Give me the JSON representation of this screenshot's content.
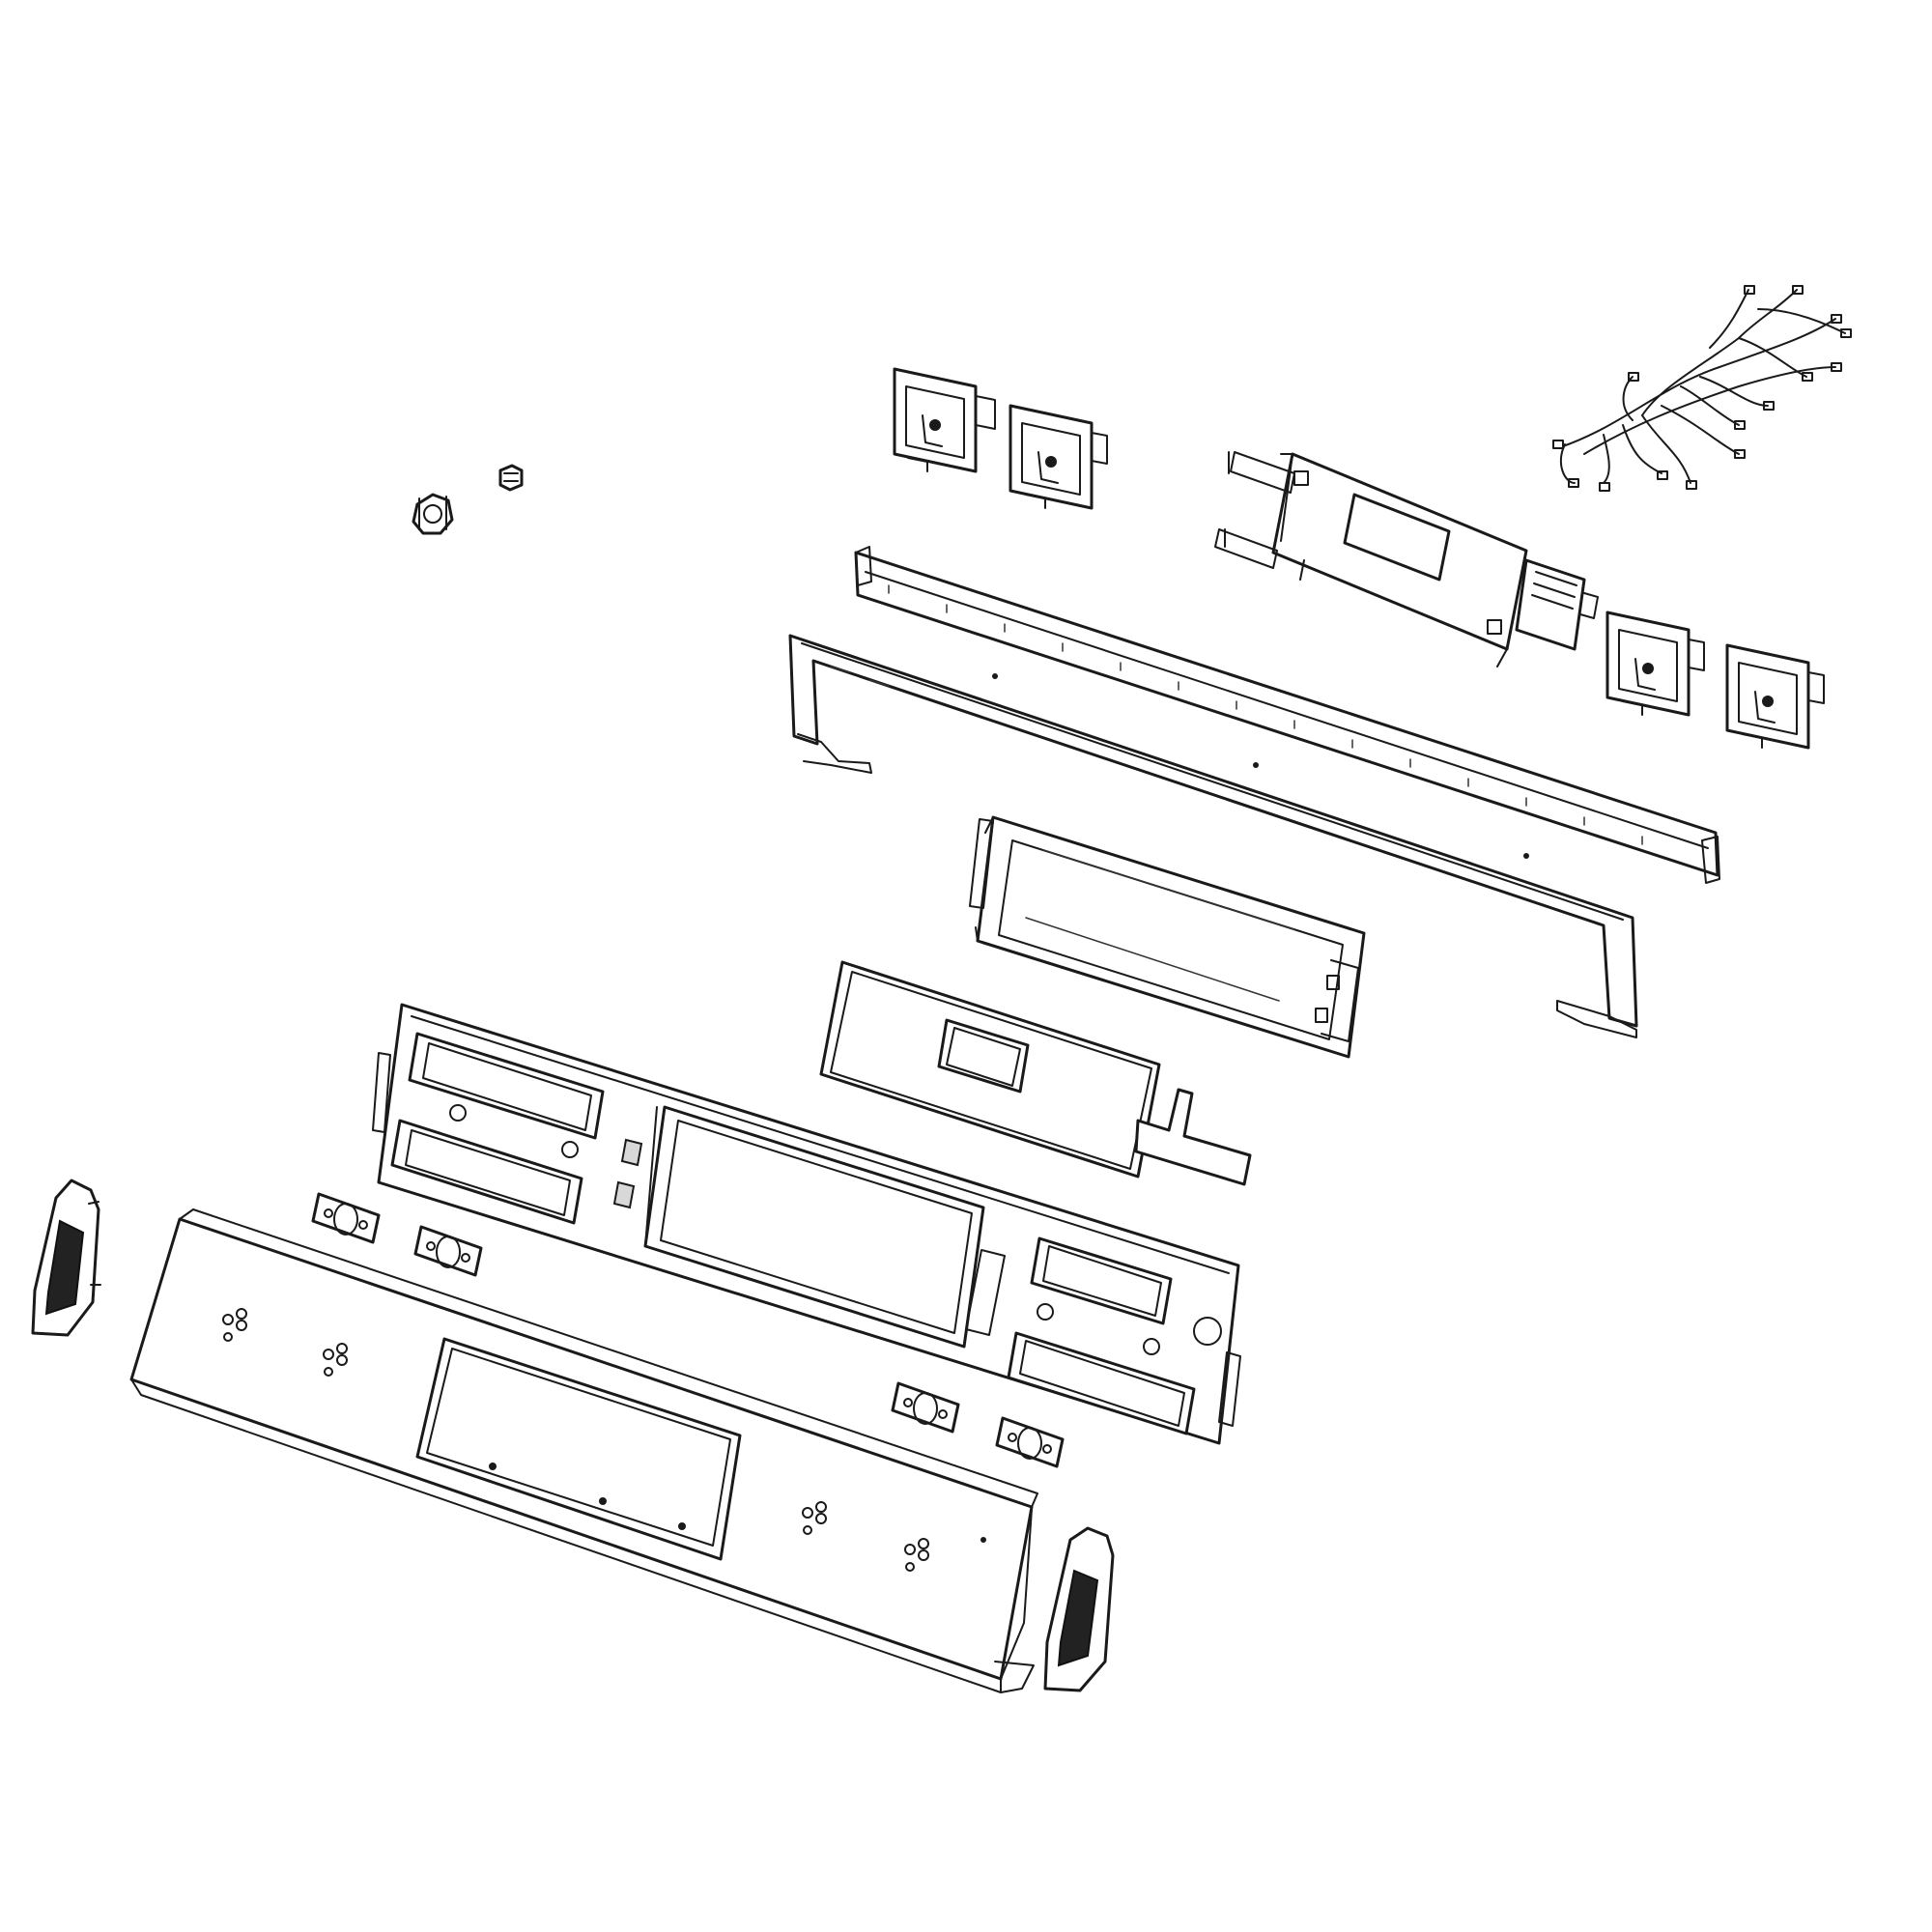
{
  "diagram": {
    "kind": "exploded-parts-view",
    "line_color": "#1a1a1a",
    "background": "#ffffff",
    "parts": [
      {
        "id": "knob-small-upper",
        "icon": "knob-icon"
      },
      {
        "id": "knob-small-lower",
        "icon": "knob-icon"
      },
      {
        "id": "switch-module-1",
        "icon": "switch-icon"
      },
      {
        "id": "switch-module-2",
        "icon": "switch-icon"
      },
      {
        "id": "switch-module-3",
        "icon": "switch-icon"
      },
      {
        "id": "switch-module-4",
        "icon": "switch-icon"
      },
      {
        "id": "wire-harness",
        "icon": "wire-harness-icon"
      },
      {
        "id": "control-board",
        "icon": "circuit-board-icon"
      },
      {
        "id": "trim-rail-upper",
        "icon": "rail-icon"
      },
      {
        "id": "backguard-frame",
        "icon": "frame-icon"
      },
      {
        "id": "display-bracket",
        "icon": "bracket-icon"
      },
      {
        "id": "touch-membrane",
        "icon": "membrane-icon"
      },
      {
        "id": "control-panel-support",
        "icon": "panel-icon"
      },
      {
        "id": "knob-clip-1",
        "icon": "clip-icon"
      },
      {
        "id": "knob-clip-2",
        "icon": "clip-icon"
      },
      {
        "id": "knob-clip-3",
        "icon": "clip-icon"
      },
      {
        "id": "knob-clip-4",
        "icon": "clip-icon"
      },
      {
        "id": "control-panel-front",
        "icon": "panel-icon"
      },
      {
        "id": "end-cap-left",
        "icon": "end-cap-icon"
      },
      {
        "id": "end-cap-right",
        "icon": "end-cap-icon"
      }
    ]
  }
}
